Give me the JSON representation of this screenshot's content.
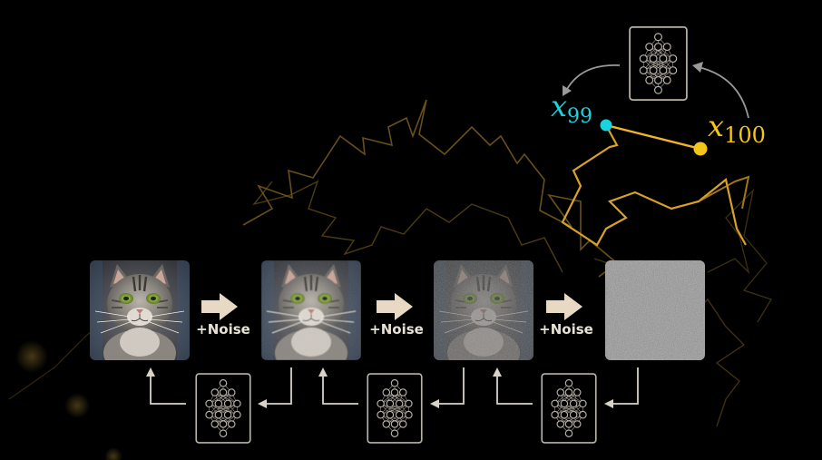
{
  "colors": {
    "background": "#000000",
    "trajectory": "#b8902a",
    "trajectory_highlight": "#f0b429",
    "x99": "#19d3e0",
    "x100": "#f5c518",
    "arrow": "#e8d9c4",
    "loop_arrow": "#d8d2c8",
    "gray_arrow": "#9a9a9a",
    "network_box": "#b9b3a8"
  },
  "labels": {
    "x99_var": "x",
    "x99_sub": "99",
    "x100_var": "x",
    "x100_sub": "100"
  },
  "forward_steps": [
    {
      "label": "+Noise",
      "noise_level": 0.1
    },
    {
      "label": "+Noise",
      "noise_level": 0.35
    },
    {
      "label": "+Noise",
      "noise_level": 1.0
    }
  ],
  "images": [
    {
      "name": "cat-clean",
      "noise_level": 0.0
    },
    {
      "name": "cat-slight-noise",
      "noise_level": 0.1
    },
    {
      "name": "cat-heavy-noise",
      "noise_level": 0.35
    },
    {
      "name": "pure-noise",
      "noise_level": 1.0
    }
  ],
  "icons": {
    "forward_arrow": "right-arrow-icon",
    "network": "neural-network-icon",
    "loop": "return-arrow-icon"
  }
}
